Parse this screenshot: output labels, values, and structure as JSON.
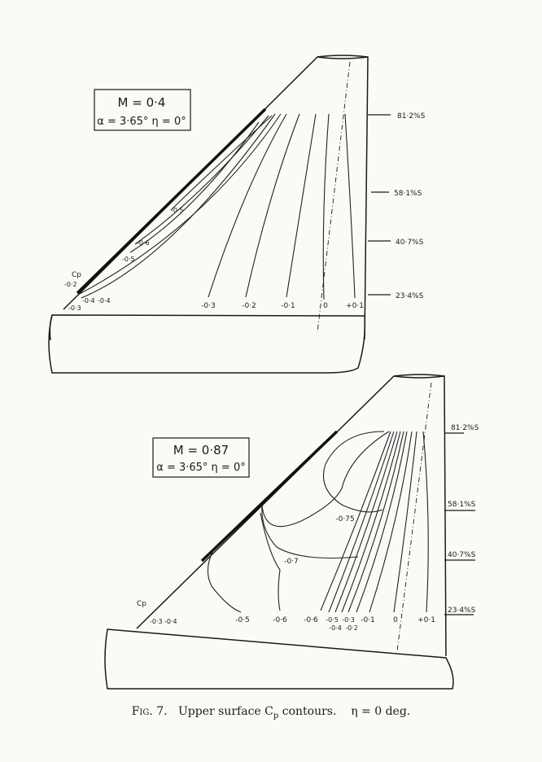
{
  "top_panel": {
    "mach_label": "M = 0·4",
    "alpha_label": "α = 3·65° η = 0°",
    "cp_label": "Cp",
    "cp_values": [
      "-0·2",
      "-0·3",
      "-0·4",
      "-0·4",
      "-0·5",
      "-0·6",
      "-0·5"
    ],
    "contour_labels": [
      "-0·3",
      "-0·2",
      "-0·1",
      "0",
      "+0·1"
    ],
    "span_stations": [
      "81·2%S",
      "58·1%S",
      "40·7%S",
      "23·4%S"
    ]
  },
  "bottom_panel": {
    "mach_label": "M = 0·87",
    "alpha_label": "α = 3·65° η = 0°",
    "cp_label": "Cp",
    "le_labels": [
      "-0·3",
      "-0·4"
    ],
    "contour_labels": [
      "-0·5",
      "-0·6",
      "-0·6",
      "-0·5",
      "-0·3",
      "-0·1",
      "0",
      "+0·1"
    ],
    "contour_labels_lower": [
      "-0·4",
      "-0·2"
    ],
    "region_labels": [
      "-0·75",
      "-0·7"
    ],
    "span_stations": [
      "81·2%S",
      "58·1%S",
      "40·7%S",
      "23·4%S"
    ]
  },
  "caption": {
    "fig": "Fig. 7.",
    "text": "Upper surface C",
    "sub": "p",
    "text2": " contours.    η = 0 deg."
  }
}
